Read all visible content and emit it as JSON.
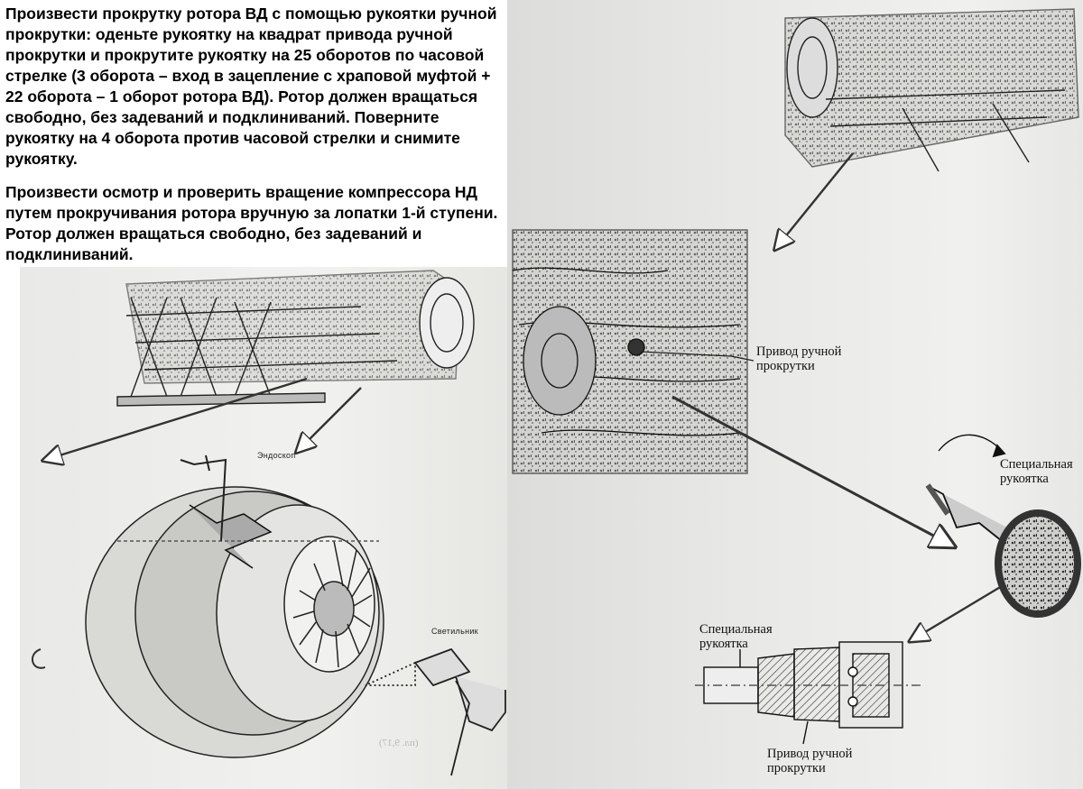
{
  "instructions": {
    "paragraph_1": "Произвести прокрутку ротора ВД с помощью рукоятки ручной прокрутки: оденьте рукоятку на квадрат привода ручной прокрутки и прокрутите рукоятку на 25 оборотов по часовой стрелке (3 оборота – вход в зацепление с храповой муфтой + 22 оборота – 1 оборот ротора ВД). Ротор должен вращаться свободно, без задеваний и подклиниваний. Поверните рукоятку на 4 оборота против часовой стрелки и снимите рукоятку.",
    "paragraph_2": "Произвести осмотр и проверить вращение компрессора НД путем прокручивания ротора вручную за лопатки 1-й ступени. Ротор должен вращаться свободно, без задеваний и подклиниваний."
  },
  "left_figure": {
    "label_endoscope": "Эндоскоп",
    "label_lamp": "Светильник",
    "bleed_text": "(пл. 9,17)"
  },
  "right_figure": {
    "label_drive_top": "Привод ручной\nпрокрутки",
    "label_handle_top": "Специальная\nрукоятка",
    "label_handle_bottom": "Специальная\nрукоятка",
    "label_drive_bottom": "Привод ручной\nпрокрутки"
  }
}
